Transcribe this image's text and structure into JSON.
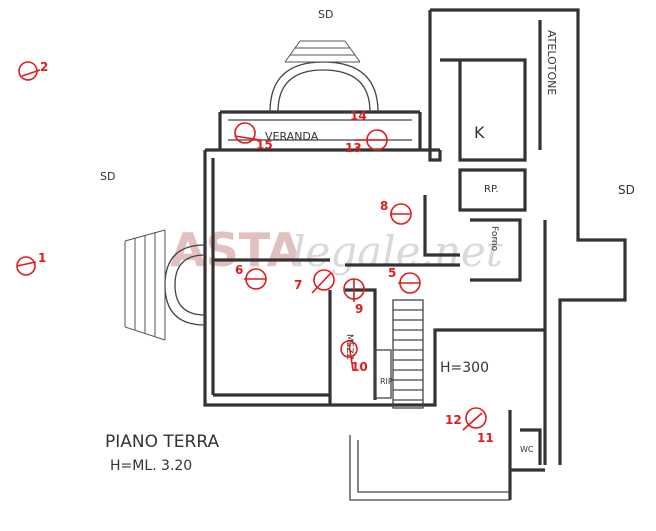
{
  "plan": {
    "orientation_top": "SD",
    "orientation_left": "SD",
    "orientation_right": "SD",
    "title": "PIANO TERRA",
    "height_note": "H=ML. 3.20",
    "room_height": "H=300",
    "veranda": "VERANDA",
    "kitchen": "K",
    "storage_room": "RP.",
    "oven": "Forno",
    "storage_room_2": "RIP",
    "mezzanine": "MEZZ",
    "side_annotation": "ATELOTONE",
    "wc": "WC",
    "watermark_brand": "ASTA",
    "watermark_text": "legale.net"
  },
  "markers": [
    {
      "n": "1"
    },
    {
      "n": "2"
    },
    {
      "n": "5"
    },
    {
      "n": "6"
    },
    {
      "n": "7"
    },
    {
      "n": "8"
    },
    {
      "n": "9"
    },
    {
      "n": "10"
    },
    {
      "n": "11"
    },
    {
      "n": "12"
    },
    {
      "n": "13"
    },
    {
      "n": "14"
    },
    {
      "n": "15"
    }
  ],
  "colors": {
    "marker": "#e01b1b",
    "ink": "#333333"
  }
}
